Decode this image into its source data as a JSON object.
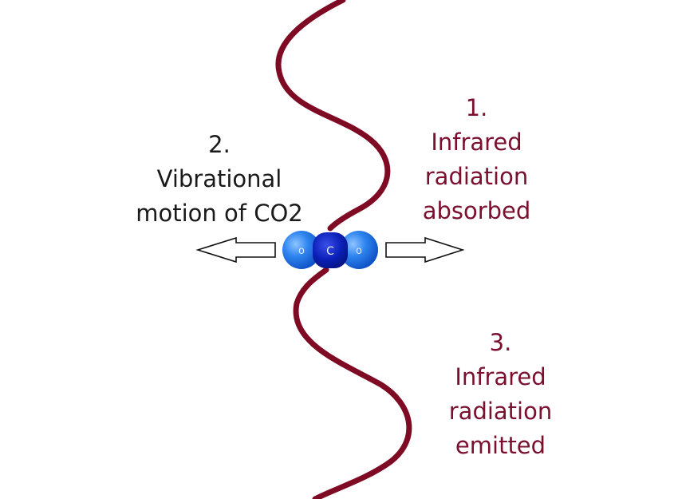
{
  "labels": {
    "absorbed": {
      "number": "1.",
      "line1": "Infrared",
      "line2": "radiation",
      "line3": "absorbed"
    },
    "vibration": {
      "number": "2.",
      "line1": "Vibrational",
      "line2": "motion of CO2"
    },
    "emitted": {
      "number": "3.",
      "line1": "Infrared",
      "line2": "radiation",
      "line3": "emitted"
    }
  },
  "molecule": {
    "atoms": [
      {
        "symbol": "o"
      },
      {
        "symbol": "C"
      },
      {
        "symbol": "o"
      }
    ]
  },
  "colors": {
    "wave": "#7f0a24",
    "label_red": "#7a0f2e",
    "label_black": "#1a1a1a",
    "oxygen": "#1f6fe0",
    "carbon": "#0a1fb0",
    "arrow_outline": "#111111"
  },
  "icons": {
    "left_arrow": "hollow-left-arrow",
    "right_arrow": "hollow-right-arrow"
  }
}
